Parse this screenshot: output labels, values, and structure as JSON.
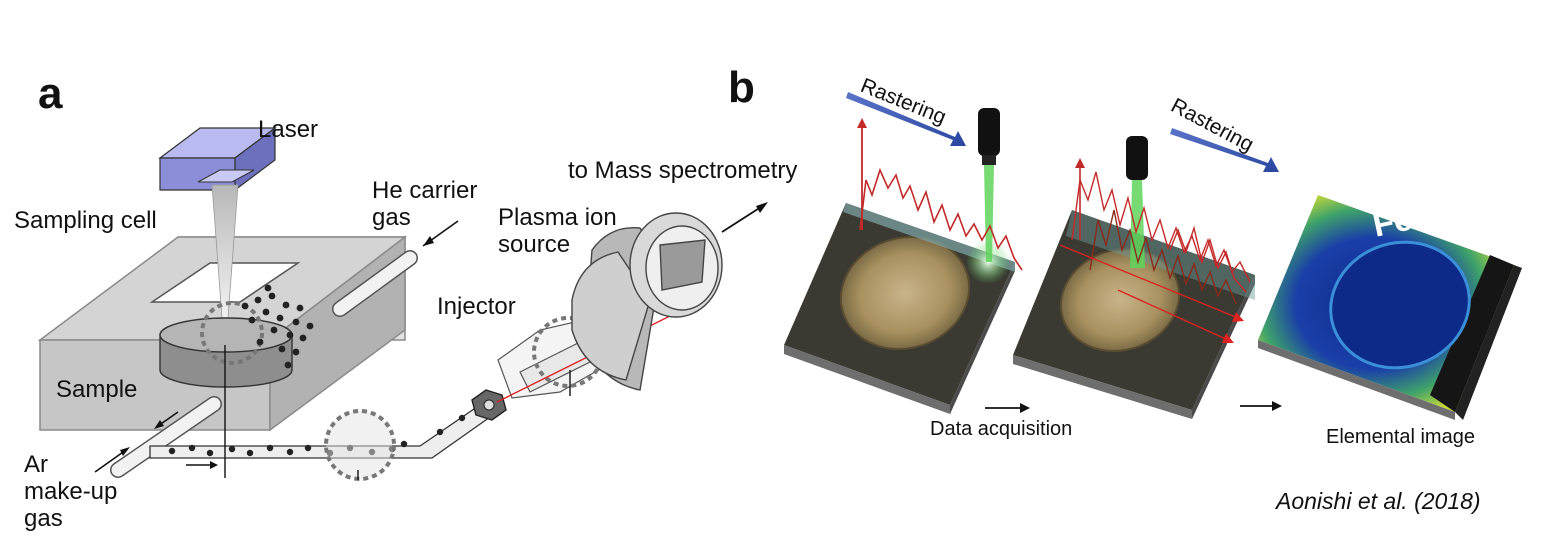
{
  "panel_a": {
    "letter": "a",
    "laser": "Laser",
    "sampling_cell": "Sampling cell",
    "he_carrier_gas": "He carrier\ngas",
    "sample": "Sample",
    "ar_makeup_gas": "Ar\nmake-up\ngas",
    "injector": "Injector",
    "plasma_ion_source": "Plasma ion\nsource",
    "to_mass_spectrometry": "to Mass spectrometry"
  },
  "panel_b": {
    "letter": "b",
    "rastering_1": "Rastering",
    "rastering_2": "Rastering",
    "data_acquisition": "Data acquisition",
    "elemental_image": "Elemental image",
    "element_symbol": "Fe"
  },
  "citation": "Aonishi et al. (2018)",
  "colors": {
    "laser_box": "#8c8fd8",
    "cell_gray": "#c8c8c8",
    "beam_green": "#5fd35a",
    "trace_red": "#c42a2a",
    "raster_arrow_blue": "#3b5bb5",
    "map_blue": "#1a3a9e",
    "map_yellow": "#e6e640"
  }
}
